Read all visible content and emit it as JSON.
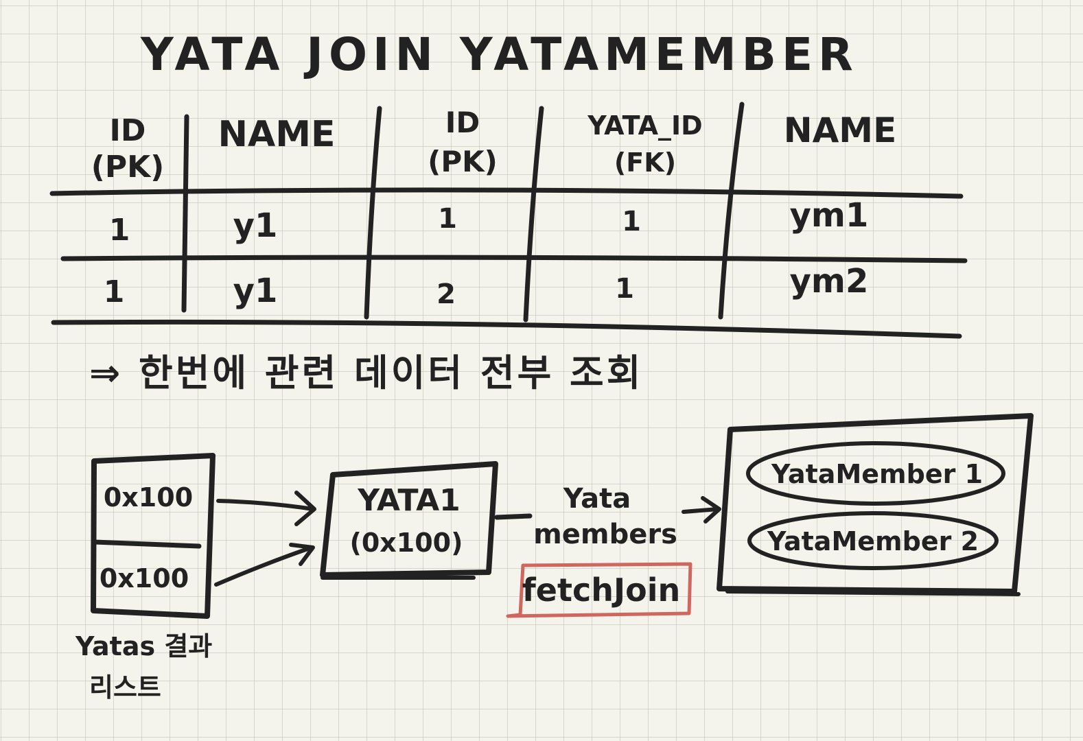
{
  "title": "YATA JOIN YATAMEMBER",
  "table": {
    "headers": [
      {
        "line1": "ID",
        "line2": "(PK)"
      },
      {
        "line1": "NAME",
        "line2": ""
      },
      {
        "line1": "ID",
        "line2": "(PK)"
      },
      {
        "line1": "YATA_ID",
        "line2": "(FK)"
      },
      {
        "line1": "NAME",
        "line2": ""
      }
    ],
    "rows": [
      [
        "1",
        "y1",
        "1",
        "1",
        "ym1"
      ],
      [
        "1",
        "y1",
        "2",
        "1",
        "ym2"
      ]
    ]
  },
  "note": "⇒ 한번에 관련 데이터 전부 조회",
  "diagram": {
    "list_cells": [
      "0x100",
      "0x100"
    ],
    "list_caption_line1": "Yatas 결과",
    "list_caption_line2": "리스트",
    "entity_line1": "YATA1",
    "entity_line2": "(0x100)",
    "relation_line1": "Yata",
    "relation_line2": "members",
    "fetch_label": "fetchJoin",
    "fetch_color": "#d0675f",
    "members": [
      "YataMember 1",
      "YataMember 2"
    ]
  }
}
